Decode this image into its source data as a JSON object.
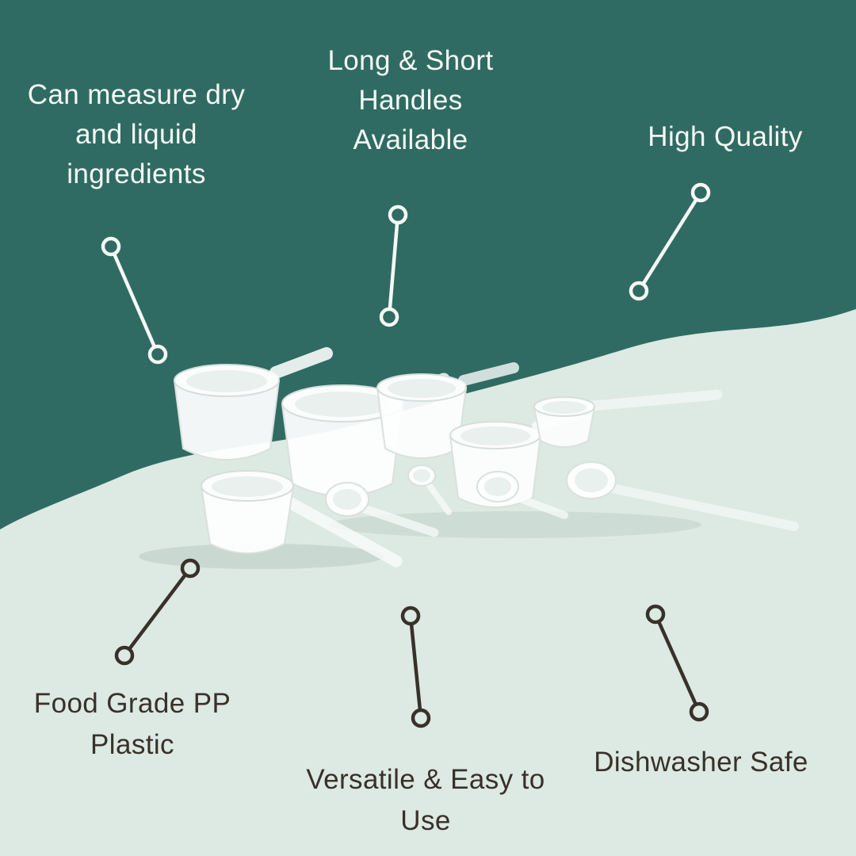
{
  "theme": {
    "teal": "#2f6b62",
    "mint": "#dde9e3",
    "text-light": "#f5f8f5",
    "text-dark": "#38312a"
  },
  "callouts": {
    "top": [
      {
        "id": "measure",
        "lines": [
          "Can measure dry",
          "and liquid",
          "ingredients"
        ]
      },
      {
        "id": "handles",
        "lines": [
          "Long & Short",
          "Handles",
          "Available"
        ]
      },
      {
        "id": "quality",
        "lines": [
          "High Quality"
        ]
      }
    ],
    "bottom": [
      {
        "id": "foodgrade",
        "lines": [
          "Food Grade PP",
          "Plastic"
        ]
      },
      {
        "id": "versatile",
        "lines": [
          "Versatile & Easy to",
          "Use"
        ]
      },
      {
        "id": "dishwasher",
        "lines": [
          "Dishwasher Safe"
        ]
      }
    ]
  },
  "product": {
    "alt": "Set of white food-grade plastic measuring scoops and spoons with long and short handles"
  }
}
